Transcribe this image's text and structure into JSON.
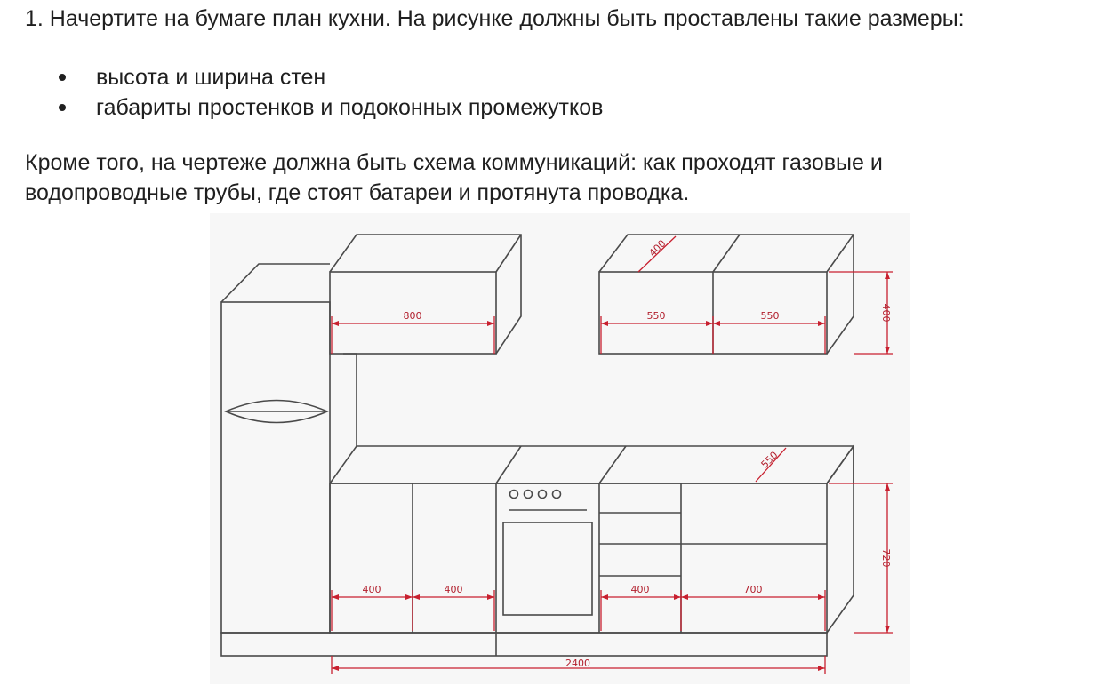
{
  "text": {
    "step": "1. Начертите на бумаге план кухни. На рисунке должны быть проставлены такие размеры:",
    "bullets": [
      "высота и ширина стен",
      "габариты простенков и подоконных промежутков"
    ],
    "paragraph": "Кроме того, на чертеже должна быть схема коммуникаций: как проходят газовые и водопроводные трубы, где стоят батареи и протянута проводка."
  },
  "drawing": {
    "colors": {
      "line": "#4a4a4a",
      "dimension": "#c8202f",
      "background": "#f7f7f7"
    },
    "dimensions": {
      "upper_left_width": "800",
      "upper_right_width_1": "550",
      "upper_right_width_2": "550",
      "upper_depth": "400",
      "upper_height": "400",
      "counter_depth": "550",
      "base_height": "720",
      "base_width_1": "400",
      "base_width_2": "400",
      "base_width_3": "400",
      "base_width_4": "700",
      "total_width": "2400"
    }
  }
}
